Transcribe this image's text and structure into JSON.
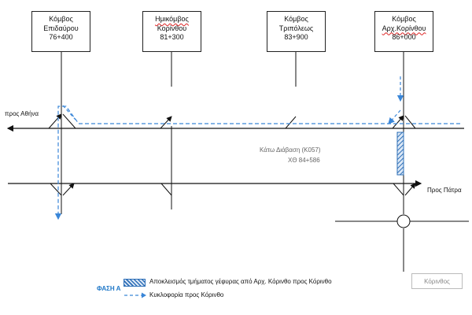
{
  "nodes": [
    {
      "name": "Κόμβος",
      "place": "Επιδαύρου",
      "chainage": "76+400"
    },
    {
      "name": "Ημικόμβος",
      "place": "Κορίνθου",
      "chainage": "81+300"
    },
    {
      "name": "Κόμβος",
      "place": "Τριπόλεως",
      "chainage": "83+900"
    },
    {
      "name": "Κόμβος",
      "place": "Αρχ.Κορίνθου",
      "chainage": "86+000"
    }
  ],
  "directions": {
    "to_athens": "προς Αθήνα",
    "to_patras": "Προς Πάτρα"
  },
  "underpass": {
    "name": "Κάτω Διάβαση (Κ057)",
    "chainage": "ΧΘ 84+586"
  },
  "legend": {
    "phase_label": "ΦΑΣΗ Α",
    "closure_text": "Αποκλεισμός τμήματος γέφυρας από Αρχ. Κόρινθο προς Κόρινθο",
    "traffic_text": "Κυκλοφορία προς Κόρινθο"
  },
  "destination_box": "Κόρινθος",
  "colors": {
    "road": "#111111",
    "traffic": "#3a86d8",
    "closure": "#2e6fb7"
  }
}
